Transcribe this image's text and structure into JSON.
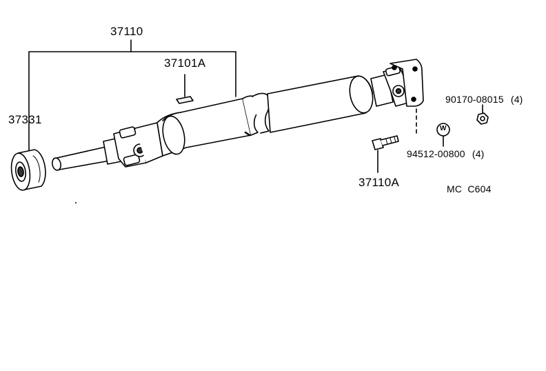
{
  "labels": {
    "assembly": "37110",
    "clip": "37101A",
    "center_bearing": "37331",
    "bolt": "37110A",
    "nut": "90170-08015",
    "nut_qty": "(4)",
    "washer": "94512-00800",
    "washer_qty": "(4)",
    "washer_symbol": "W",
    "code": "MC  C604"
  },
  "colors": {
    "ink": "#000000",
    "paper": "#ffffff"
  }
}
